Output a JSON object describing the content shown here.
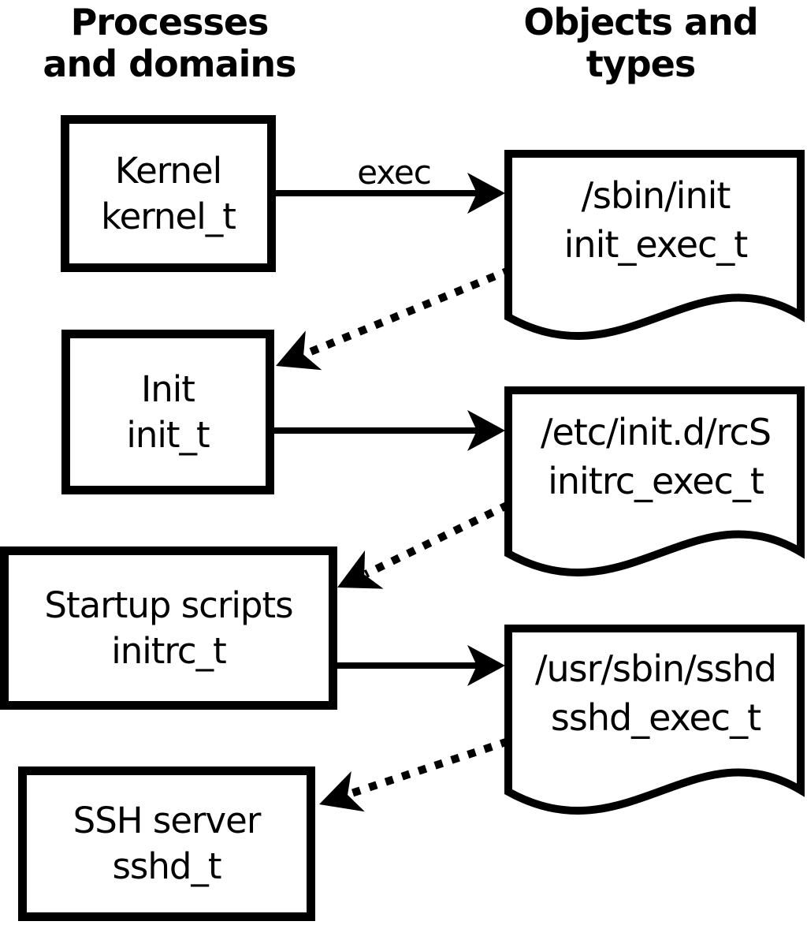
{
  "headers": {
    "left": {
      "line1": "Processes",
      "line2": "and domains"
    },
    "right": {
      "line1": "Objects and",
      "line2": "types"
    }
  },
  "process_boxes": [
    {
      "name": "Kernel",
      "domain": "kernel_t"
    },
    {
      "name": "Init",
      "domain": "init_t"
    },
    {
      "name": "Startup scripts",
      "domain": "initrc_t"
    },
    {
      "name": "SSH server",
      "domain": "sshd_t"
    }
  ],
  "object_docs": [
    {
      "path": "/sbin/init",
      "type": "init_exec_t"
    },
    {
      "path": "/etc/init.d/rcS",
      "type": "initrc_exec_t"
    },
    {
      "path": "/usr/sbin/sshd",
      "type": "sshd_exec_t"
    }
  ],
  "edges": [
    {
      "from": "kernel_t",
      "to": "init_exec_t",
      "style": "solid",
      "label": "exec"
    },
    {
      "from": "init_exec_t",
      "to": "init_t",
      "style": "dotted",
      "label": ""
    },
    {
      "from": "init_t",
      "to": "initrc_exec_t",
      "style": "solid",
      "label": ""
    },
    {
      "from": "initrc_exec_t",
      "to": "initrc_t",
      "style": "dotted",
      "label": ""
    },
    {
      "from": "initrc_t",
      "to": "sshd_exec_t",
      "style": "solid",
      "label": ""
    },
    {
      "from": "sshd_exec_t",
      "to": "sshd_t",
      "style": "dotted",
      "label": ""
    }
  ],
  "colors": {
    "foreground": "#000000",
    "background": "#ffffff"
  }
}
